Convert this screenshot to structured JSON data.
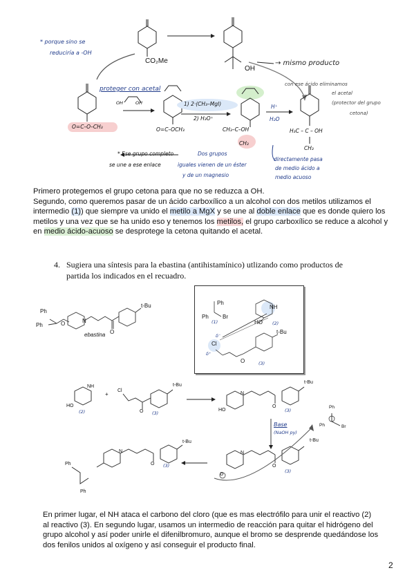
{
  "top_notes": {
    "porque_line1": "* porque sino se",
    "porque_line2": "reduciría a -OH",
    "co2me": "CO₂Me",
    "oh_top": "OH",
    "mismo_producto": "→ mismo producto",
    "proteger": "proteger con acetal",
    "oh_left": "OH",
    "oh_right": "OH",
    "ester_left": "O=C–O–CH₃",
    "ester_mid": "O=C–OCH₃",
    "step1": "1) 2·(CH₃–MgI)",
    "step2": "2) H₃O⁺",
    "ch3_c_oh": "CH₃–C–OH",
    "ch3_bottom": "CH₃",
    "hplus": "H⁺",
    "h2o": "H₂O",
    "acid_note1": "con ese ácido eliminamos",
    "acid_note2": "el acetal",
    "acid_note3": "(protector del grupo",
    "acid_note4": "cetona)",
    "final_c": "H₃C – C – OH",
    "final_ch3": "CH₃",
    "grupo1": "* Ese grupo completo",
    "grupo2": "se une a ese enlace",
    "dos1": "Dos grupos",
    "dos2": "iguales vienen de un éster",
    "dos3": "y de un magnesio",
    "dir1": "directamente pasa",
    "dir2": "de medio ácido a",
    "dir3": "medio acuoso"
  },
  "paragraph1": {
    "t1": "Primero protegemos el grupo cetona para que no se reduzca a OH.",
    "t2": "Segundo, como queremos pasar de un ácido carboxílico a un alcohol con dos metilos utilizamos el intermedio ",
    "h1": "(1)",
    "t3": ") que siempre va unido el ",
    "h2": "metilo a MgX",
    "t4": " y se une al ",
    "h3": "doble enlace",
    "t5": " que es donde quiero los metilos y una vez que se ha unido eso y tenemos los ",
    "h4": "metilos,",
    "t6": " el grupo carboxílico se reduce a alcohol y en ",
    "h5": "medio ácido-acuoso",
    "t7": " se desprotege la cetona quitando el acetal."
  },
  "question": {
    "number": "4.",
    "line1": "Sugiera una síntesis para la ebastina (antihistamínico) utlizando como productos de",
    "line2": "partida los indicados en el recuadro."
  },
  "ebastina": {
    "ph1": "Ph",
    "ph2": "Ph",
    "o": "O",
    "n": "N",
    "tbu": "t-Bu",
    "name": "ebastina",
    "carbonyl_o": "O"
  },
  "box": {
    "ph": "Ph",
    "ph2": "Ph",
    "br": "Br",
    "n1": "(1)",
    "nh": "NH",
    "ho": "HO",
    "n2": "(2)",
    "cl": "Cl",
    "delta_minus": "δ⁻",
    "delta_plus": "δ⁺",
    "tbu": "t-Bu",
    "o": "O",
    "n3": "(3)"
  },
  "scheme": {
    "nh": "NH",
    "ho_a": "HO",
    "n2": "(2)",
    "plus": "+",
    "cl": "Cl",
    "tbu_a": "t-Bu",
    "o_a": "O",
    "n3_a": "(3)",
    "n_b": "N",
    "ho_b": "HO",
    "tbu_b": "t-Bu",
    "o_b": "O",
    "n3_b": "(3)",
    "base1": "Base",
    "base2": "(NaOH py)",
    "ph_top": "Ph",
    "ph_top2": "Ph",
    "br_top": "Br",
    "tbu_c": "t-Bu",
    "n_c": "N",
    "o_c": "O",
    "n3_c": "(3)",
    "ominus": "O",
    "tbu_d": "t-Bu",
    "n_d": "N",
    "o_d": "O",
    "n3_d": "(3)",
    "ph_d1": "Ph",
    "ph_d2": "Ph"
  },
  "paragraph2": {
    "text": "En primer lugar, el NH ataca el carbono del cloro (que es mas electrófilo para unir el reactivo (2) al reactivo (3). En segundo lugar, usamos un intermedio de reacción para quitar el hidrógeno del grupo alcohol y así poder unirle el difenilbromuro, aunque el bromo se desprende quedándose los dos fenilos unidos al oxígeno y así conseguir el producto final."
  },
  "page_number": "2",
  "colors": {
    "ink": "#1f3a8a",
    "hl_blue": "#dbe8f8",
    "hl_red": "#f9d9d9",
    "hl_green": "#dcf0d6",
    "arrow": "#555555"
  }
}
